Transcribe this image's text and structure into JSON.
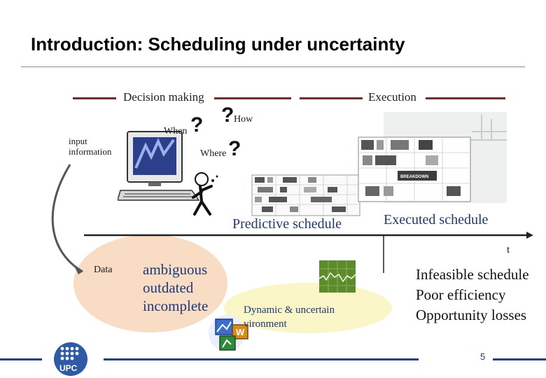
{
  "slide": {
    "title": "Introduction: Scheduling under uncertainty",
    "page_number": "5"
  },
  "headers": {
    "decision_making": "Decision making",
    "execution": "Execution"
  },
  "input_information": "input\ninformation",
  "questions": {
    "when": "When",
    "where": "Where",
    "how": "How",
    "mark": "?"
  },
  "predictive_schedule": "Predictive schedule",
  "executed_schedule": "Executed schedule",
  "breakdown_label": "BREAKDOWN",
  "time_axis_label": "t",
  "data_label": "Data",
  "data_qualities": [
    "ambiguous",
    "outdated",
    "incomplete"
  ],
  "environment": "Dynamic & uncertain\nvironment",
  "consequences": [
    "Infeasible schedule",
    "Poor efficiency",
    "Opportunity losses"
  ],
  "logo": {
    "text": "UPC"
  },
  "colors": {
    "title": "#000000",
    "accent_blue": "#23408a",
    "header_rule": "#7a2a2a",
    "data_ellipse": "#f9dcc4",
    "env_ellipse": "#fbf6c8"
  }
}
